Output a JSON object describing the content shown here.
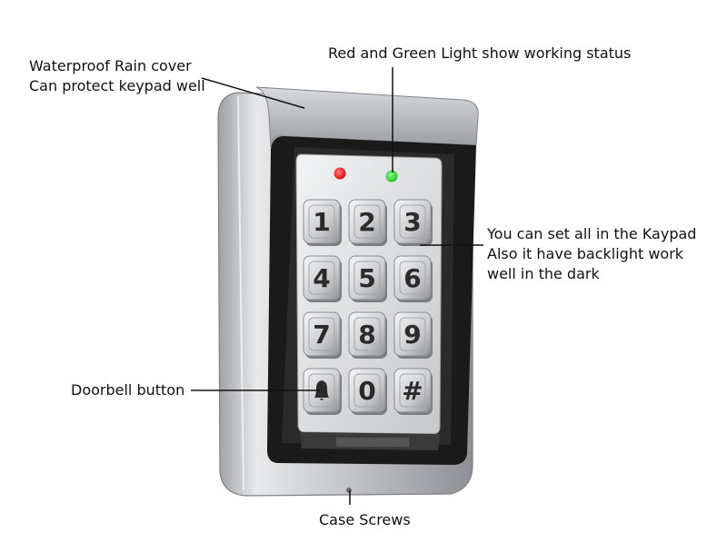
{
  "callouts": {
    "rain_cover": {
      "line1": "Waterproof Rain cover",
      "line2": "Can protect keypad well"
    },
    "lights": {
      "text": "Red and Green Light show working status"
    },
    "keypad": {
      "line1": "You can set all in the Kaypad",
      "line2": "Also it have backlight work",
      "line3": "well in the dark"
    },
    "doorbell": {
      "text": "Doorbell button"
    },
    "screws": {
      "text": "Case Screws"
    }
  },
  "keypad": {
    "keys": [
      [
        "1",
        "2",
        "3"
      ],
      [
        "4",
        "5",
        "6"
      ],
      [
        "7",
        "8",
        "9"
      ],
      [
        "bell-icon",
        "0",
        "#"
      ]
    ]
  },
  "colors": {
    "red_led": "#e01010",
    "green_led": "#22c22a",
    "case": "#c9cbce",
    "cover_dark": "#1a1a1a",
    "panel": "#e6e7e9"
  }
}
